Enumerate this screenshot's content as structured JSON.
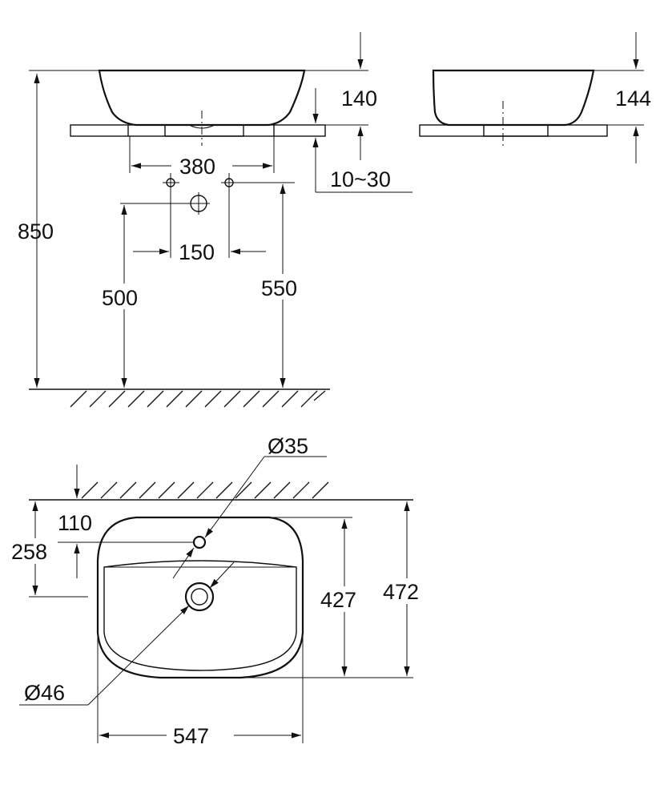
{
  "labels": {
    "height_total": "850",
    "bowl_height_side": "140",
    "bowl_height_front": "144",
    "outlet_spacing": "380",
    "counter_thickness": "10~30",
    "tap_spacing": "150",
    "drain_height": "500",
    "supply_height": "550",
    "tap_hole_dia": "Ø35",
    "tap_offset": "110",
    "drain_offset": "258",
    "basin_depth_inner": "427",
    "basin_depth_outer": "472",
    "drain_dia": "Ø46",
    "basin_width": "547"
  }
}
